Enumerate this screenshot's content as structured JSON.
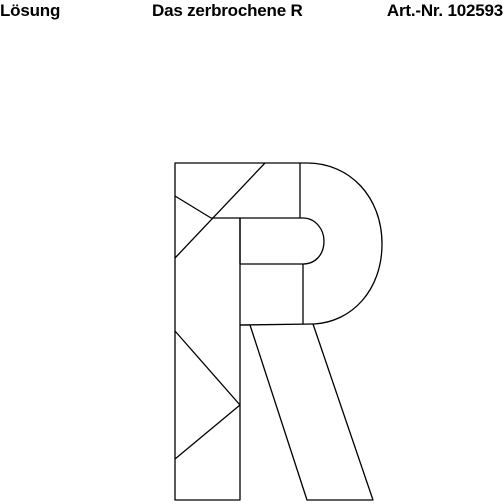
{
  "header": {
    "left": "Lösung",
    "center": "Das zerbrochene R",
    "right": "Art.-Nr. 102593"
  },
  "colors": {
    "line": "#000000",
    "background": "#ffffff"
  }
}
